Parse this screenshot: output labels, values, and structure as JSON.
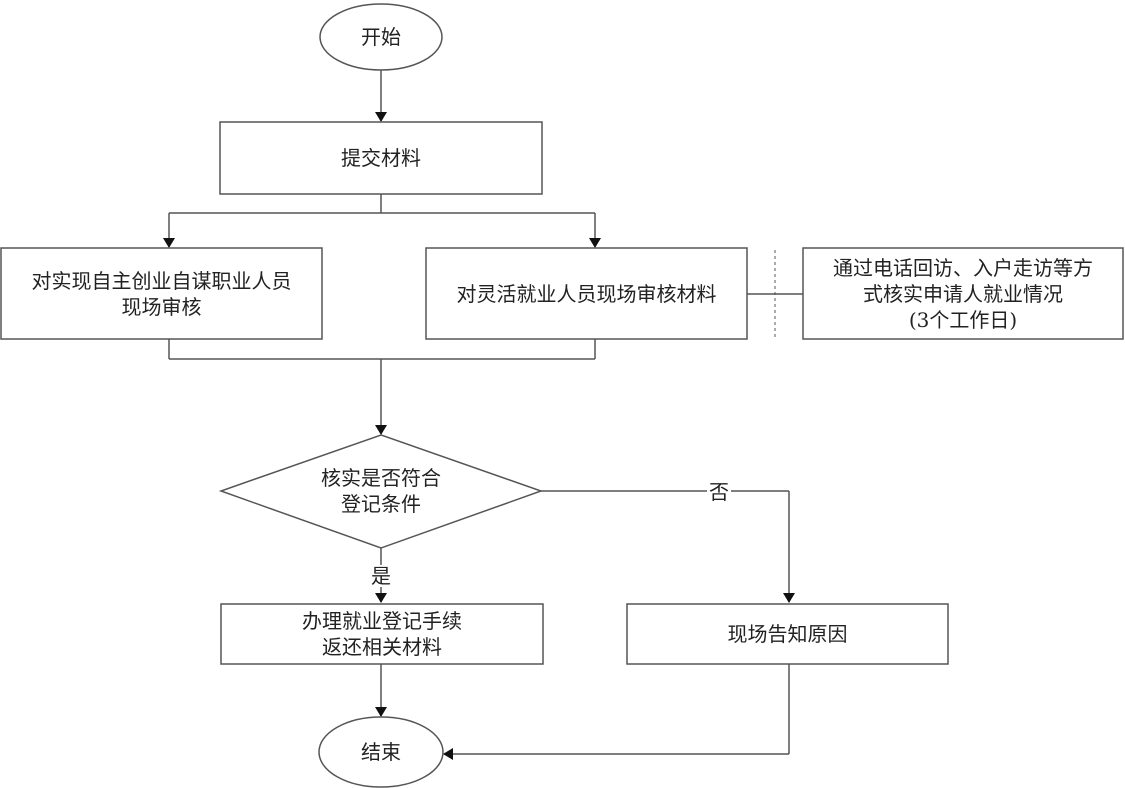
{
  "flowchart": {
    "start": "开始",
    "submit": "提交材料",
    "review_self_employed": [
      "对实现自主创业自谋职业人员",
      "现场审核"
    ],
    "review_flexible": "对灵活就业人员现场审核材料",
    "verify_note": [
      "通过电话回访、入户走访等方",
      "式核实申请人就业情况",
      "(3个工作日)"
    ],
    "decision": [
      "核实是否符合",
      "登记条件"
    ],
    "yes_label": "是",
    "no_label": "否",
    "handle_registration": [
      "办理就业登记手续",
      "返还相关材料"
    ],
    "notify_reason": "现场告知原因",
    "end": "结束"
  }
}
